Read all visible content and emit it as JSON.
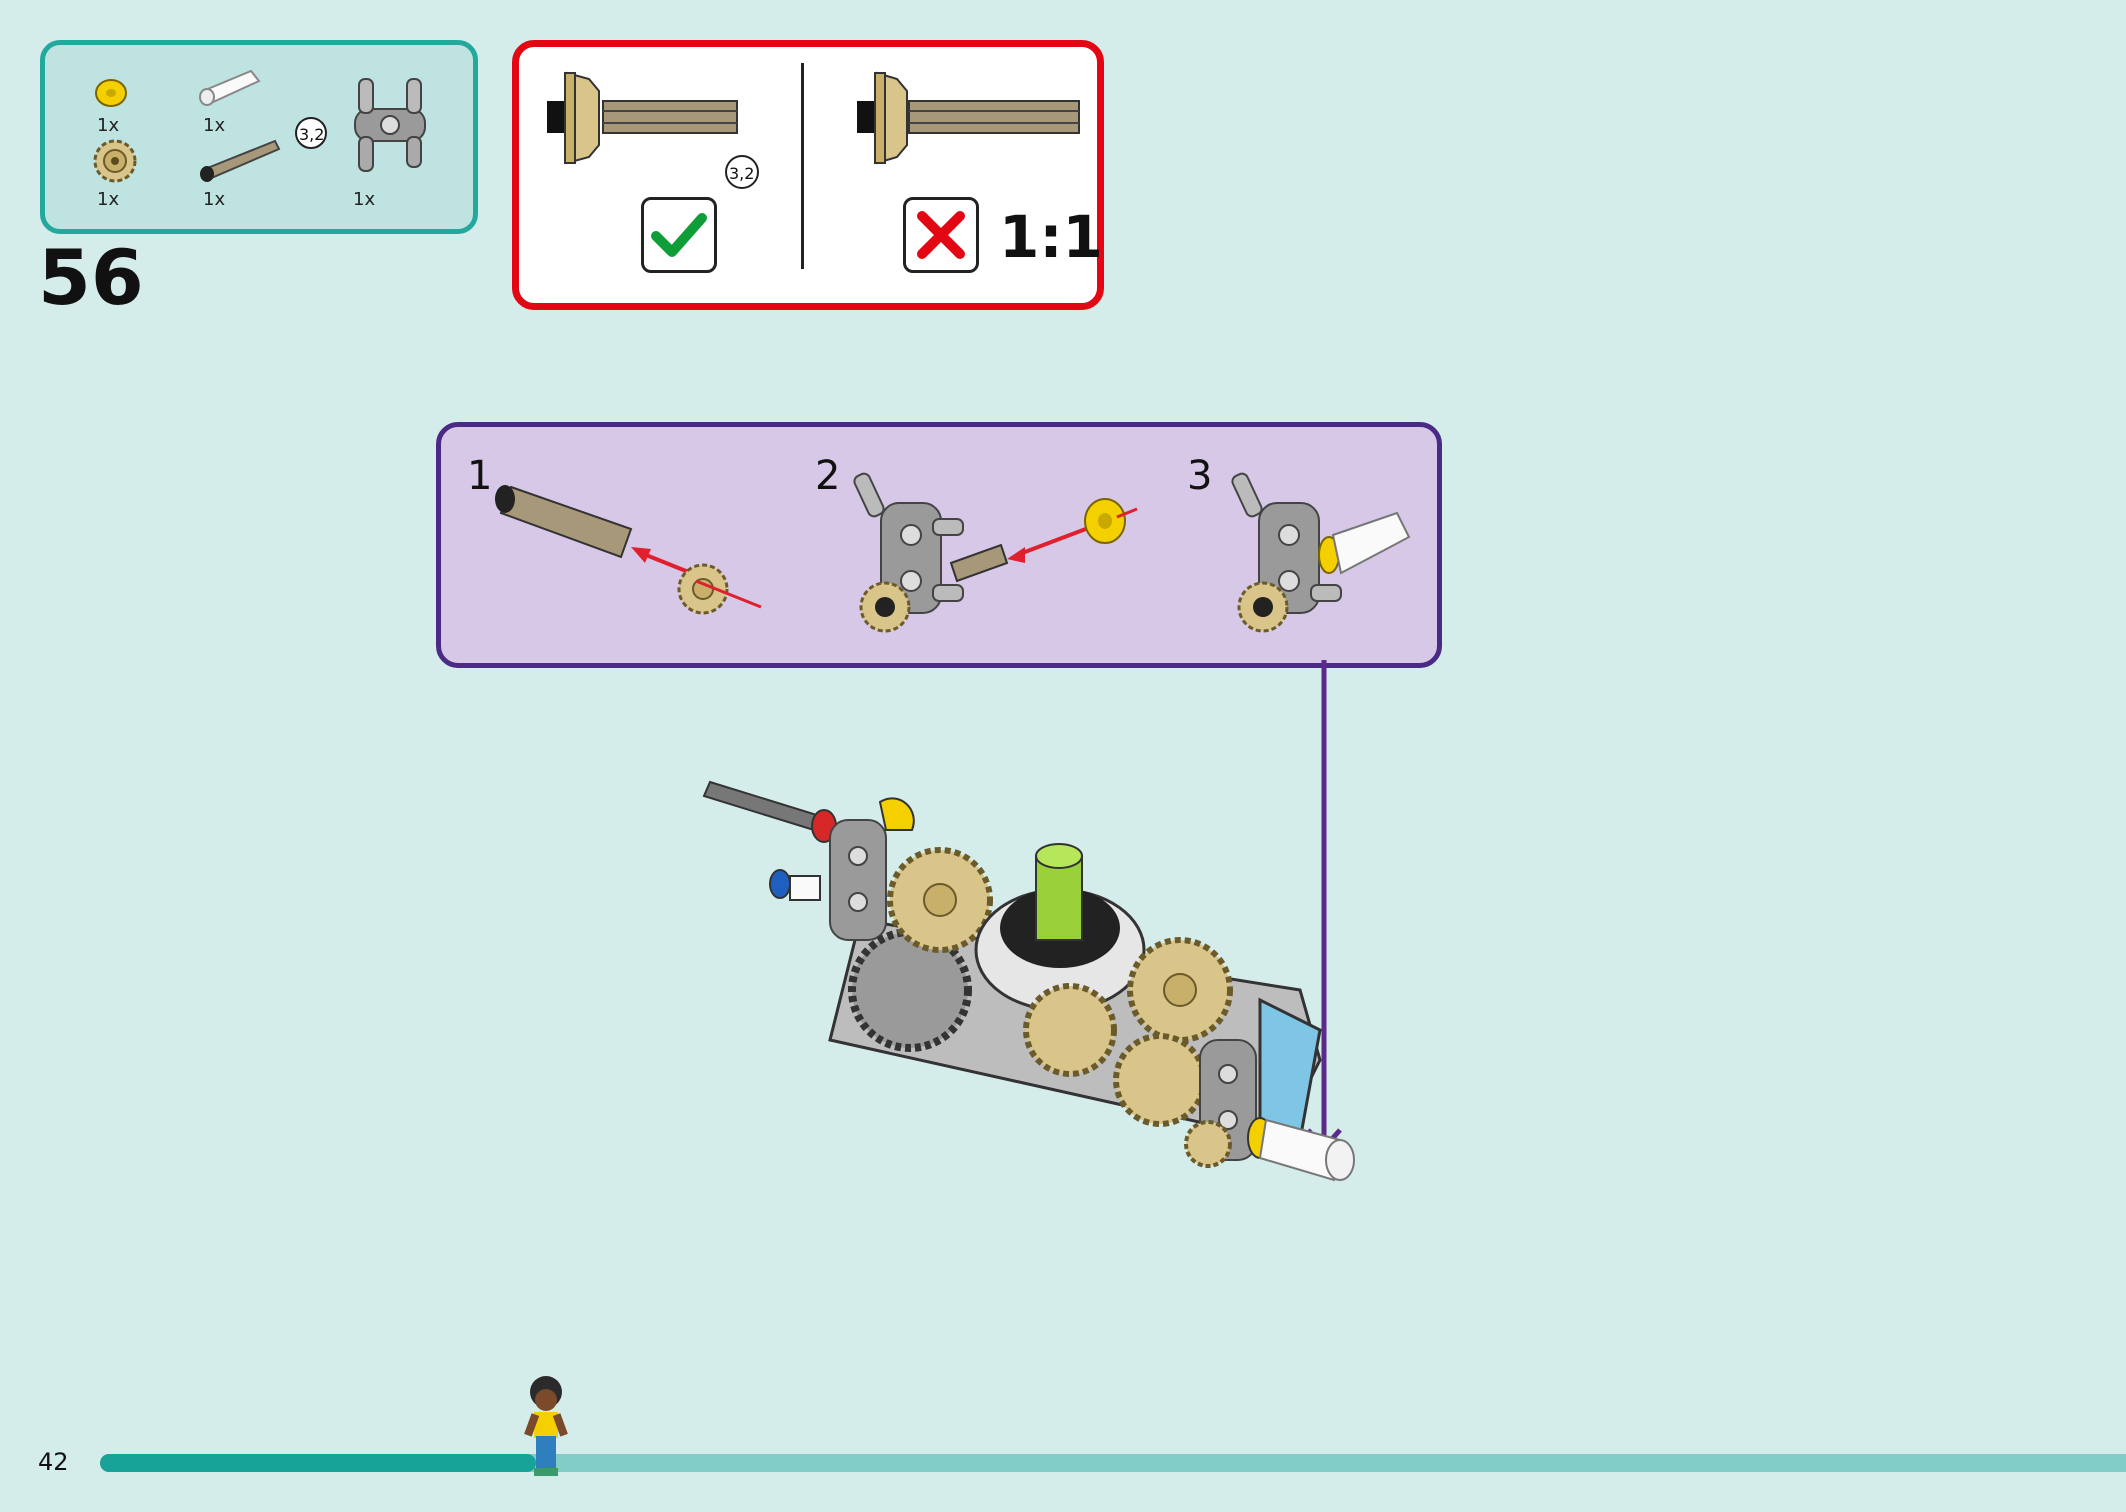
{
  "colors": {
    "background": "#d4ecea",
    "parts_border": "#23a89e",
    "hint_border": "#e30613",
    "substep_border": "#4a2a85",
    "substep_fill": "#d6c8e6",
    "progress_fill": "#17a398",
    "progress_track": "#82cdc8",
    "arrow": "#e0202e",
    "path_arrow": "#5b2a8a"
  },
  "parts_list": {
    "items": [
      {
        "name": "yellow-bush",
        "qty": "1x"
      },
      {
        "name": "white-axle",
        "qty": "1x"
      },
      {
        "name": "tan-bevel-gear",
        "qty": "1x"
      },
      {
        "name": "tan-axle",
        "qty": "1x",
        "length_badge": "3,2"
      },
      {
        "name": "grey-beam-connector",
        "qty": "1x"
      }
    ]
  },
  "step_number": "56",
  "hint": {
    "length_badge": "3,2",
    "correct_icon": "checkmark-icon",
    "wrong_icon": "cross-icon",
    "scale_label": "1:1"
  },
  "substeps": [
    {
      "number": "1"
    },
    {
      "number": "2"
    },
    {
      "number": "3"
    }
  ],
  "page_number": "42",
  "progress": {
    "fraction": 0.215
  }
}
